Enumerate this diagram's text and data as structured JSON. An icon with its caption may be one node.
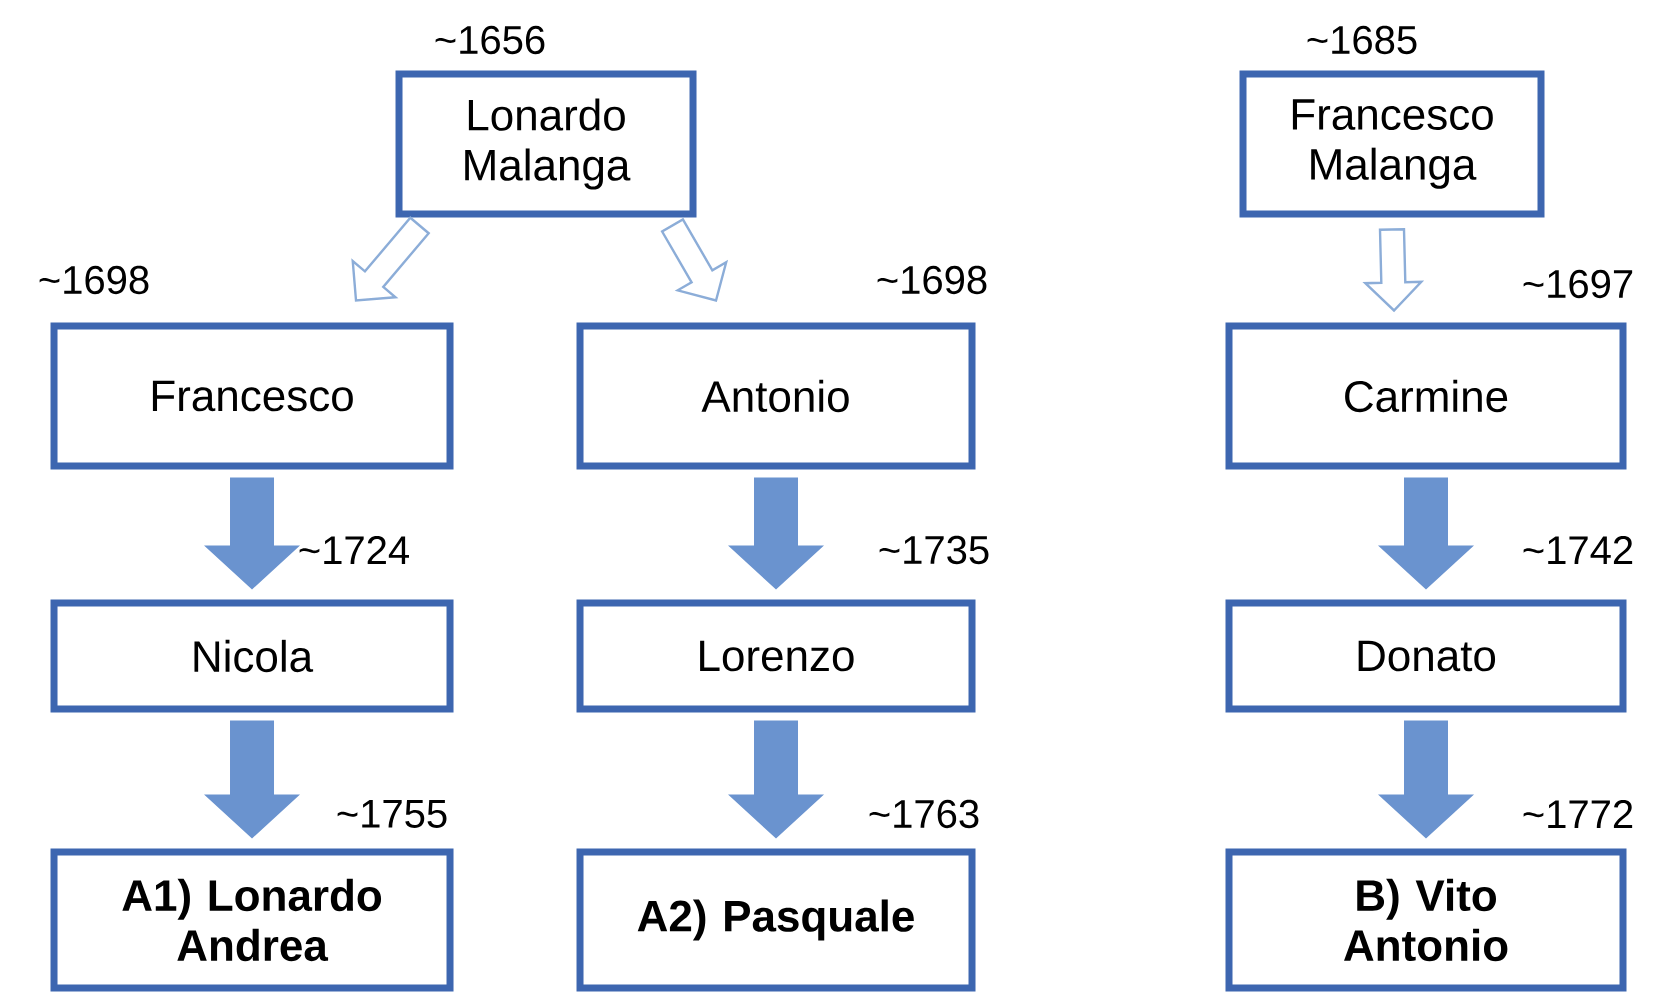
{
  "diagram": {
    "nodes": [
      {
        "text": [
          "Lonardo Malanga"
        ],
        "beside": [
          "~1656"
        ]
      },
      {
        "text": [
          "Francesco"
        ],
        "beside": [
          "~1698"
        ]
      },
      {
        "text": [
          "Antonio"
        ],
        "beside": [
          "~1698"
        ]
      },
      {
        "text": [
          "Nicola"
        ],
        "beside": [
          "~1724"
        ]
      },
      {
        "text": [
          "Lorenzo"
        ],
        "beside": [
          "~1735"
        ]
      },
      {
        "text": [
          "A1) Lonardo Andrea"
        ],
        "beside": [
          "~1755"
        ]
      },
      {
        "text": [
          "A2) Pasquale"
        ],
        "beside": [
          "~1763"
        ]
      },
      {
        "text": [
          "Francesco Malanga"
        ],
        "beside": [
          "~1685"
        ]
      },
      {
        "text": [
          "Carmine"
        ],
        "beside": [
          "~1697"
        ]
      },
      {
        "text": [
          "Donato"
        ],
        "beside": [
          "~1742"
        ]
      },
      {
        "text": [
          "B) Vito Antonio"
        ],
        "beside": [
          "~1772"
        ]
      }
    ],
    "edges": [
      {
        "from": 0,
        "to": 1,
        "arrow": "to",
        "color": "#ffffff"
      },
      {
        "from": 0,
        "to": 2,
        "arrow": "to",
        "color": "#ffffff"
      },
      {
        "from": 1,
        "to": 3,
        "arrow": "to"
      },
      {
        "from": 2,
        "to": 4,
        "arrow": "to"
      },
      {
        "from": 3,
        "to": 5,
        "arrow": "to"
      },
      {
        "from": 4,
        "to": 6,
        "arrow": "to"
      },
      {
        "from": 7,
        "to": 8,
        "arrow": "to",
        "color": "#ffffff"
      },
      {
        "from": 8,
        "to": 9,
        "arrow": "to"
      },
      {
        "from": 9,
        "to": 10,
        "arrow": "to"
      }
    ]
  }
}
